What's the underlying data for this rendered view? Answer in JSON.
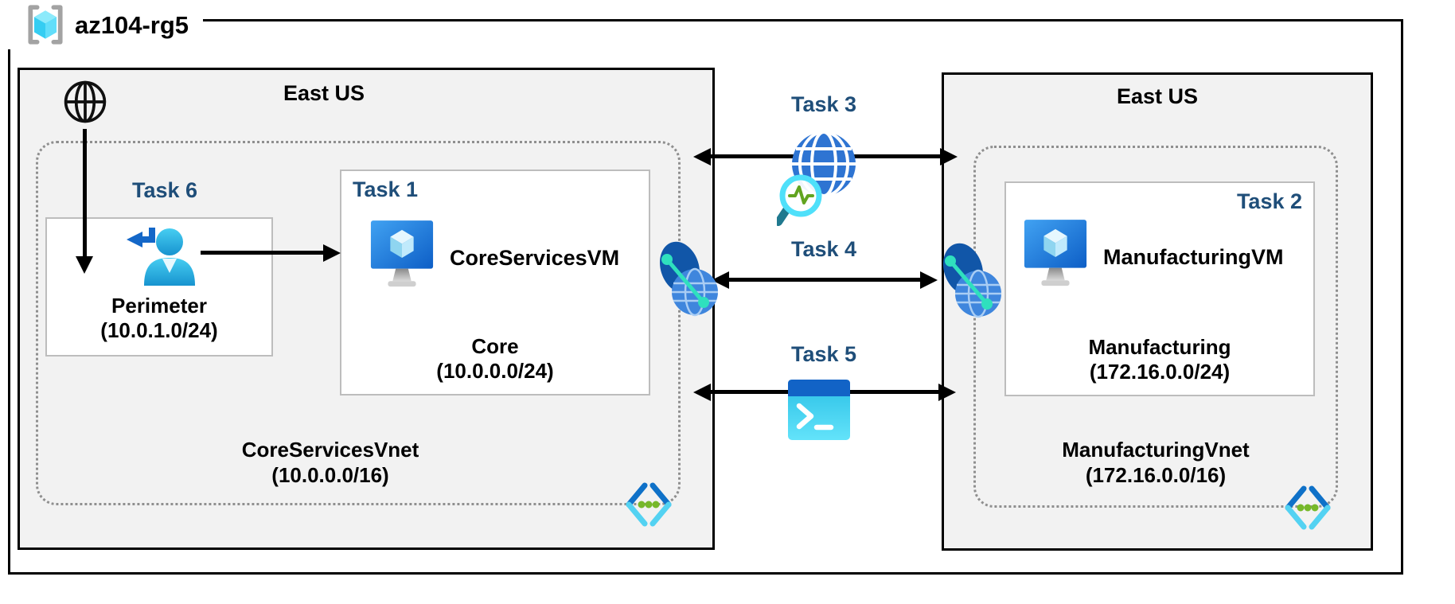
{
  "diagram": {
    "resource_group": {
      "name": "az104-rg5"
    },
    "left_region": {
      "name": "East US",
      "task6_label": "Task 6",
      "perimeter_subnet": {
        "name": "Perimeter",
        "cidr": "(10.0.1.0/24)"
      },
      "task1": {
        "label": "Task 1",
        "vm_name": "CoreServicesVM",
        "subnet_name": "Core",
        "subnet_cidr": "(10.0.0.0/24)"
      },
      "vnet": {
        "name": "CoreServicesVnet",
        "cidr": "(10.0.0.0/16)"
      }
    },
    "middle": {
      "task3_label": "Task 3",
      "task4_label": "Task 4",
      "task5_label": "Task 5"
    },
    "right_region": {
      "name": "East US",
      "task2": {
        "label": "Task 2",
        "vm_name": "ManufacturingVM",
        "subnet_name": "Manufacturing",
        "subnet_cidr": "(172.16.0.0/24)"
      },
      "vnet": {
        "name": "ManufacturingVnet",
        "cidr": "(172.16.0.0/16)"
      }
    },
    "icons": {
      "resource_group": "azure-resource-group-brackets-cube",
      "internet": "internet-globe",
      "perimeter_user": "user-sign-in-arrow",
      "virtual_machine": "azure-vm-monitor-cube",
      "network_watcher": "globe-with-magnifier-pulse",
      "vnet_peering": "peering-globe-link",
      "cloud_shell": "powershell-terminal",
      "virtual_network": "angle-brackets-green-dots"
    },
    "colors": {
      "task_label": "#1f4e79",
      "region_fill": "#f2f2f2",
      "outline": "#000000",
      "inner_box_border": "#bdbdbd",
      "dashed_border": "#8f8f8f",
      "azure_blue": "#1565c0",
      "cyan": "#50e6ff",
      "vnet_green": "#76b82a",
      "peer_teal": "#2fe0be"
    }
  }
}
